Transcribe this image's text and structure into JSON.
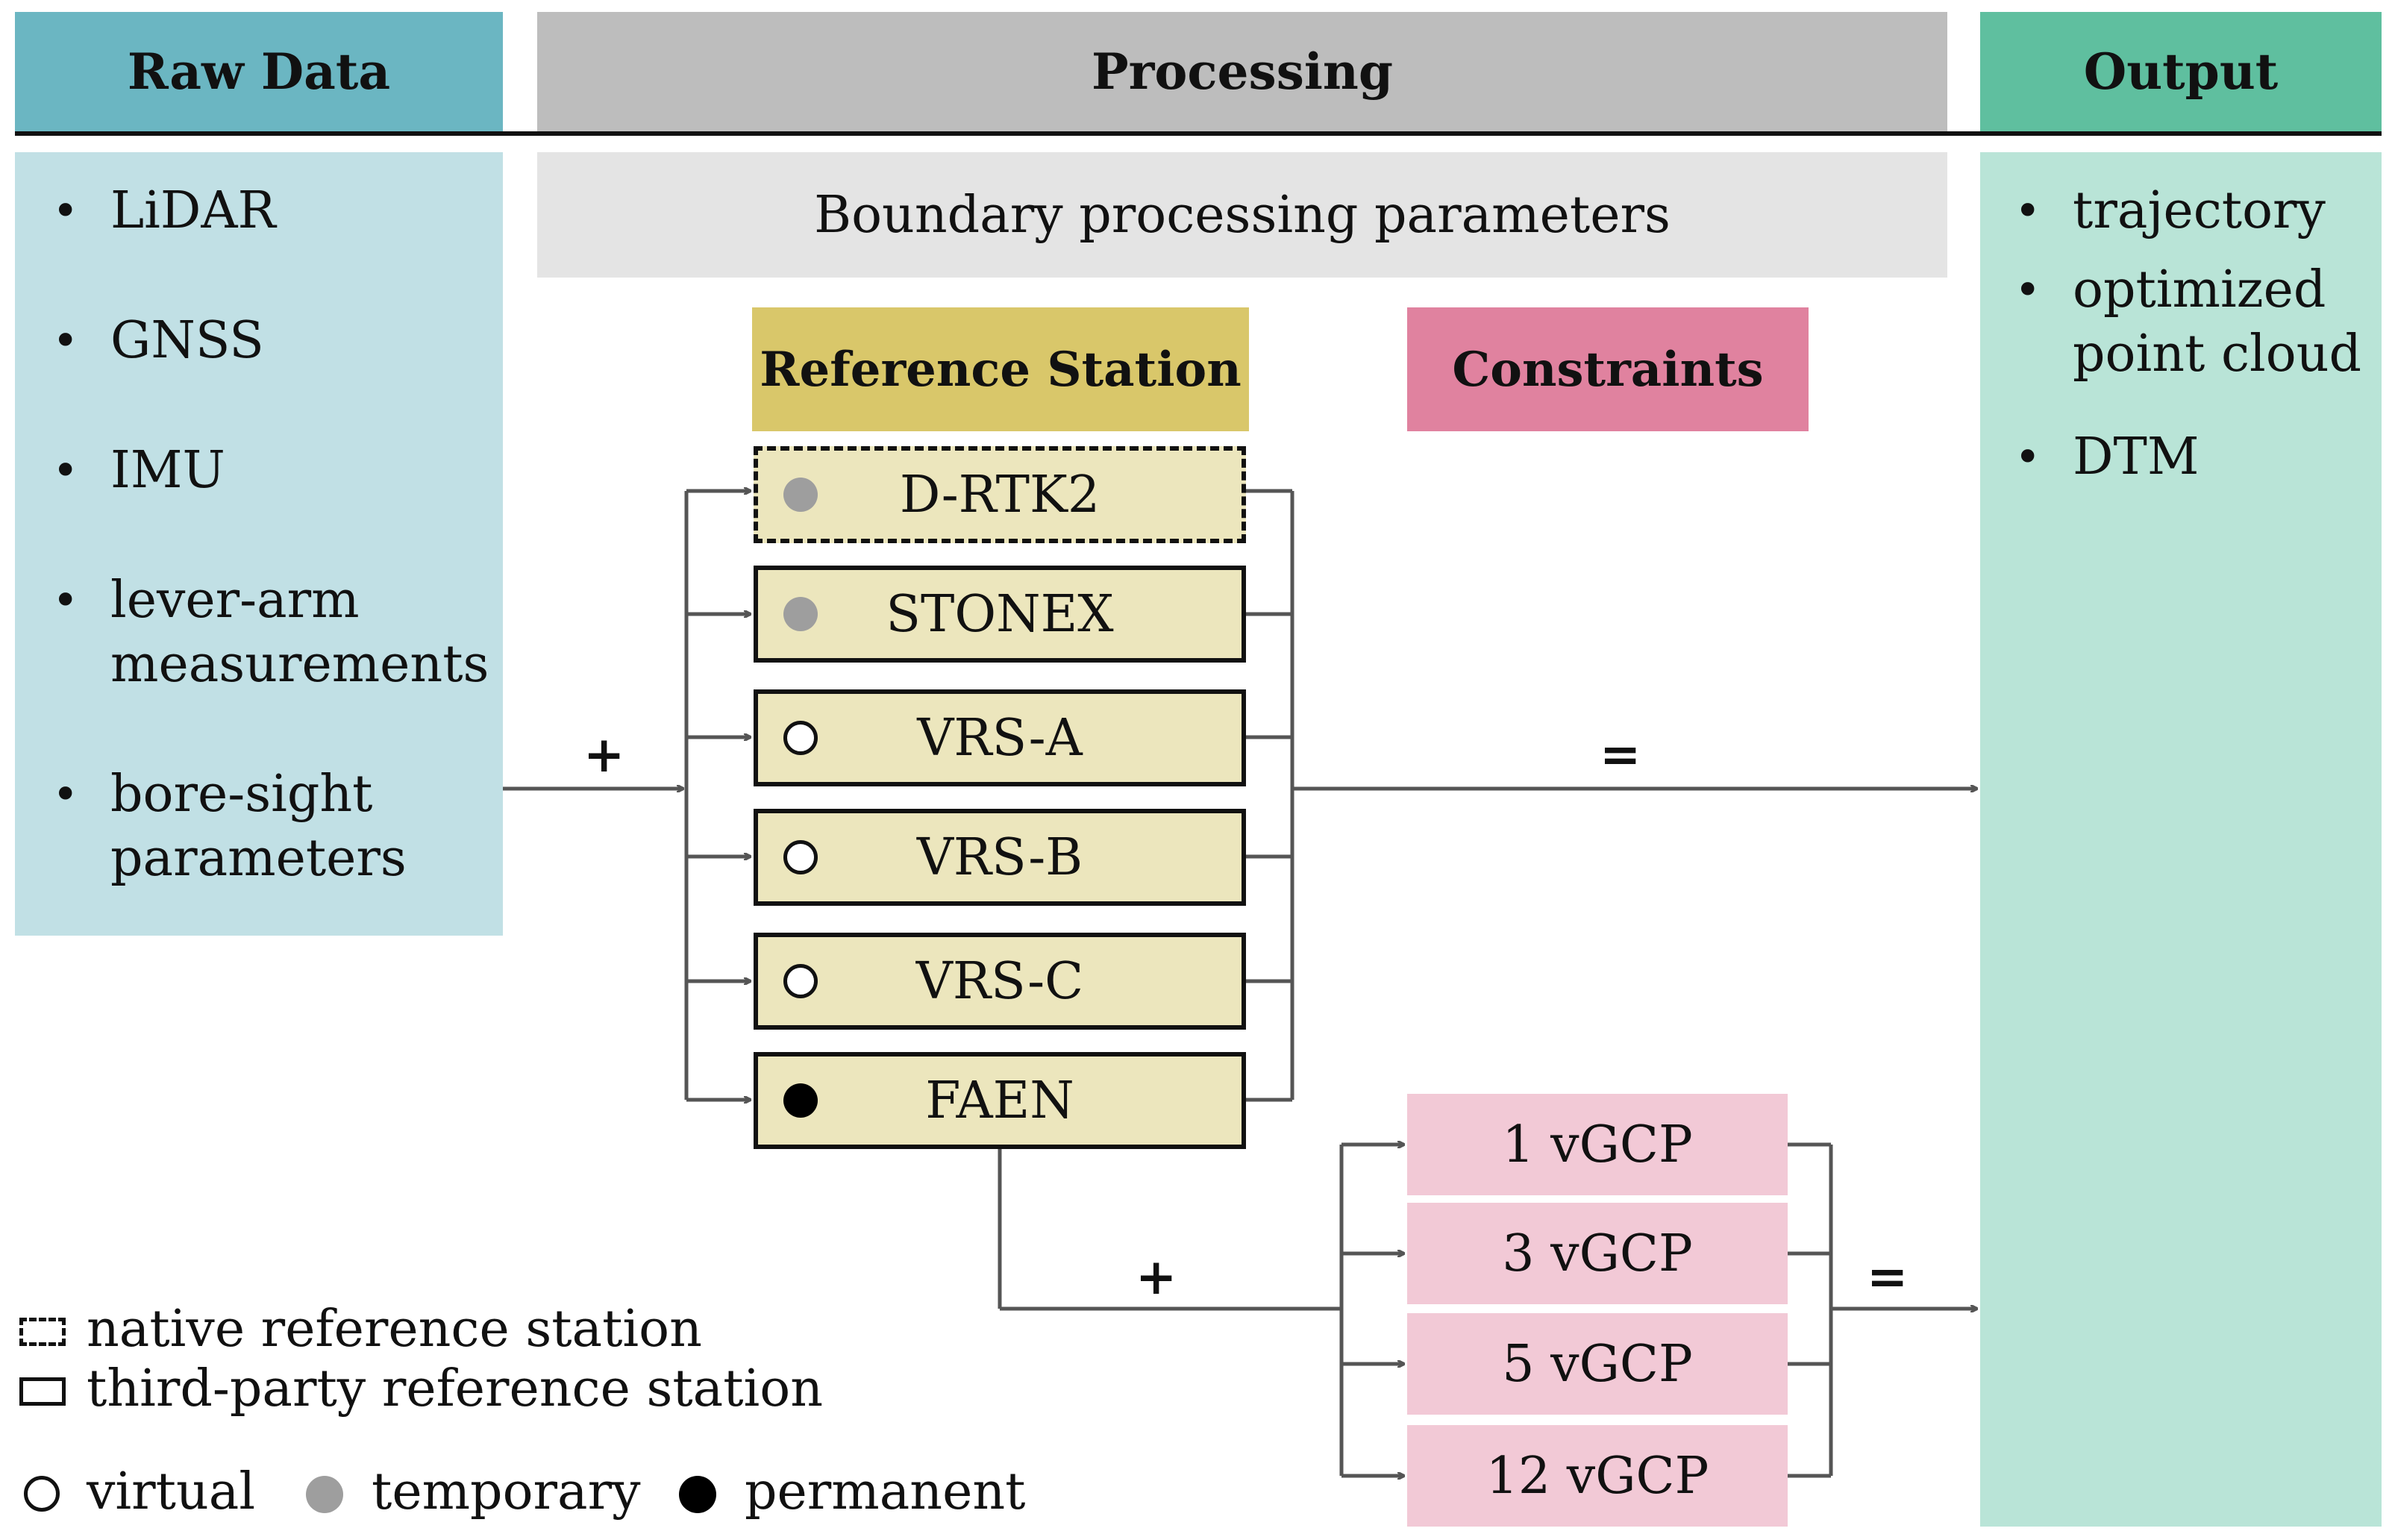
{
  "headers": {
    "raw_data": "Raw Data",
    "processing": "Processing",
    "output": "Output"
  },
  "raw_data_items": [
    "LiDAR",
    "GNSS",
    "IMU",
    "lever-arm measurements",
    "bore-sight parameters"
  ],
  "boundary_label": "Boundary processing parameters",
  "reference_station_label": "Reference Station",
  "constraints_label": "Constraints",
  "stations": [
    {
      "name": "D-RTK2",
      "type": "temporary",
      "frame": "native"
    },
    {
      "name": "STONEX",
      "type": "temporary",
      "frame": "third-party"
    },
    {
      "name": "VRS-A",
      "type": "virtual",
      "frame": "third-party"
    },
    {
      "name": "VRS-B",
      "type": "virtual",
      "frame": "third-party"
    },
    {
      "name": "VRS-C",
      "type": "virtual",
      "frame": "third-party"
    },
    {
      "name": "FAEN",
      "type": "permanent",
      "frame": "third-party"
    }
  ],
  "vgcp": [
    "1 vGCP",
    "3 vGCP",
    "5 vGCP",
    "12 vGCP"
  ],
  "output_items": [
    "trajectory",
    "optimized point cloud",
    "DTM"
  ],
  "operators": {
    "plus": "+",
    "equals": "="
  },
  "legend": {
    "native": "native reference station",
    "third_party": "third-party reference station",
    "virtual": "virtual",
    "temporary": "temporary",
    "permanent": "permanent"
  },
  "colors": {
    "raw_header": "#6bb6c2",
    "raw_panel": "#c1e0e5",
    "processing_header": "#bdbdbd",
    "boundary": "#e4e4e4",
    "output_header": "#5fbf9f",
    "output_panel": "#b9e4d7",
    "reference_station": "#d9c76a",
    "constraints": "#e0829f",
    "station_fill": "#ece6bd",
    "vgcp_fill": "#f2c9d6"
  }
}
